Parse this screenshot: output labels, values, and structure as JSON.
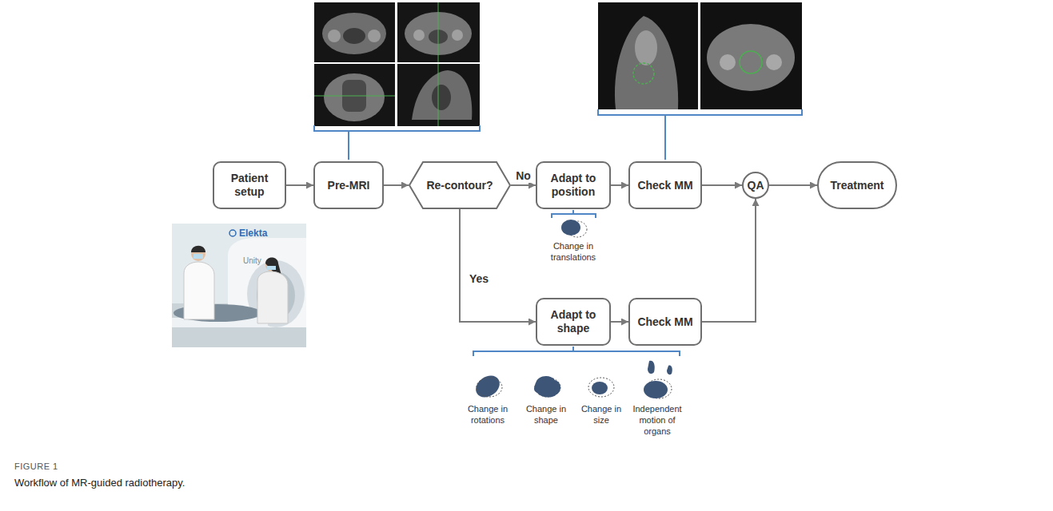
{
  "diagram": {
    "caption": "Workflow of MR-guided radiotherapy.",
    "nodes": [
      {
        "text": [
          "Patient setup"
        ]
      },
      {
        "text": [
          "Pre-MRI"
        ]
      },
      {
        "text": [
          "Re-contour?"
        ]
      },
      {
        "text": [
          "Adapt to position"
        ]
      },
      {
        "text": [
          "Check MM"
        ]
      },
      {
        "text": [
          "QA"
        ]
      },
      {
        "text": [
          "Treatment"
        ]
      },
      {
        "text": [
          "Adapt to shape"
        ]
      },
      {
        "text": [
          "Check MM"
        ]
      }
    ],
    "edges": [
      {
        "from": 0,
        "to": 1,
        "arrow": "to"
      },
      {
        "from": 1,
        "to": 2,
        "arrow": "to"
      },
      {
        "from": 2,
        "to": 3,
        "label": "No",
        "arrow": "to"
      },
      {
        "from": 3,
        "to": 4,
        "arrow": "to"
      },
      {
        "from": 4,
        "to": 5,
        "arrow": "to"
      },
      {
        "from": 5,
        "to": 6,
        "arrow": "to"
      },
      {
        "from": 2,
        "to": 7,
        "label": "Yes",
        "arrow": "to"
      },
      {
        "from": 7,
        "to": 8,
        "arrow": "to"
      },
      {
        "from": 8,
        "to": 5,
        "arrow": "to"
      }
    ],
    "labels": [
      "Change in translations",
      "Change in rotations",
      "Change in shape",
      "Change in size",
      "Independent motion of organs",
      "Elekta",
      "Unity",
      "FIGURE 1"
    ]
  }
}
